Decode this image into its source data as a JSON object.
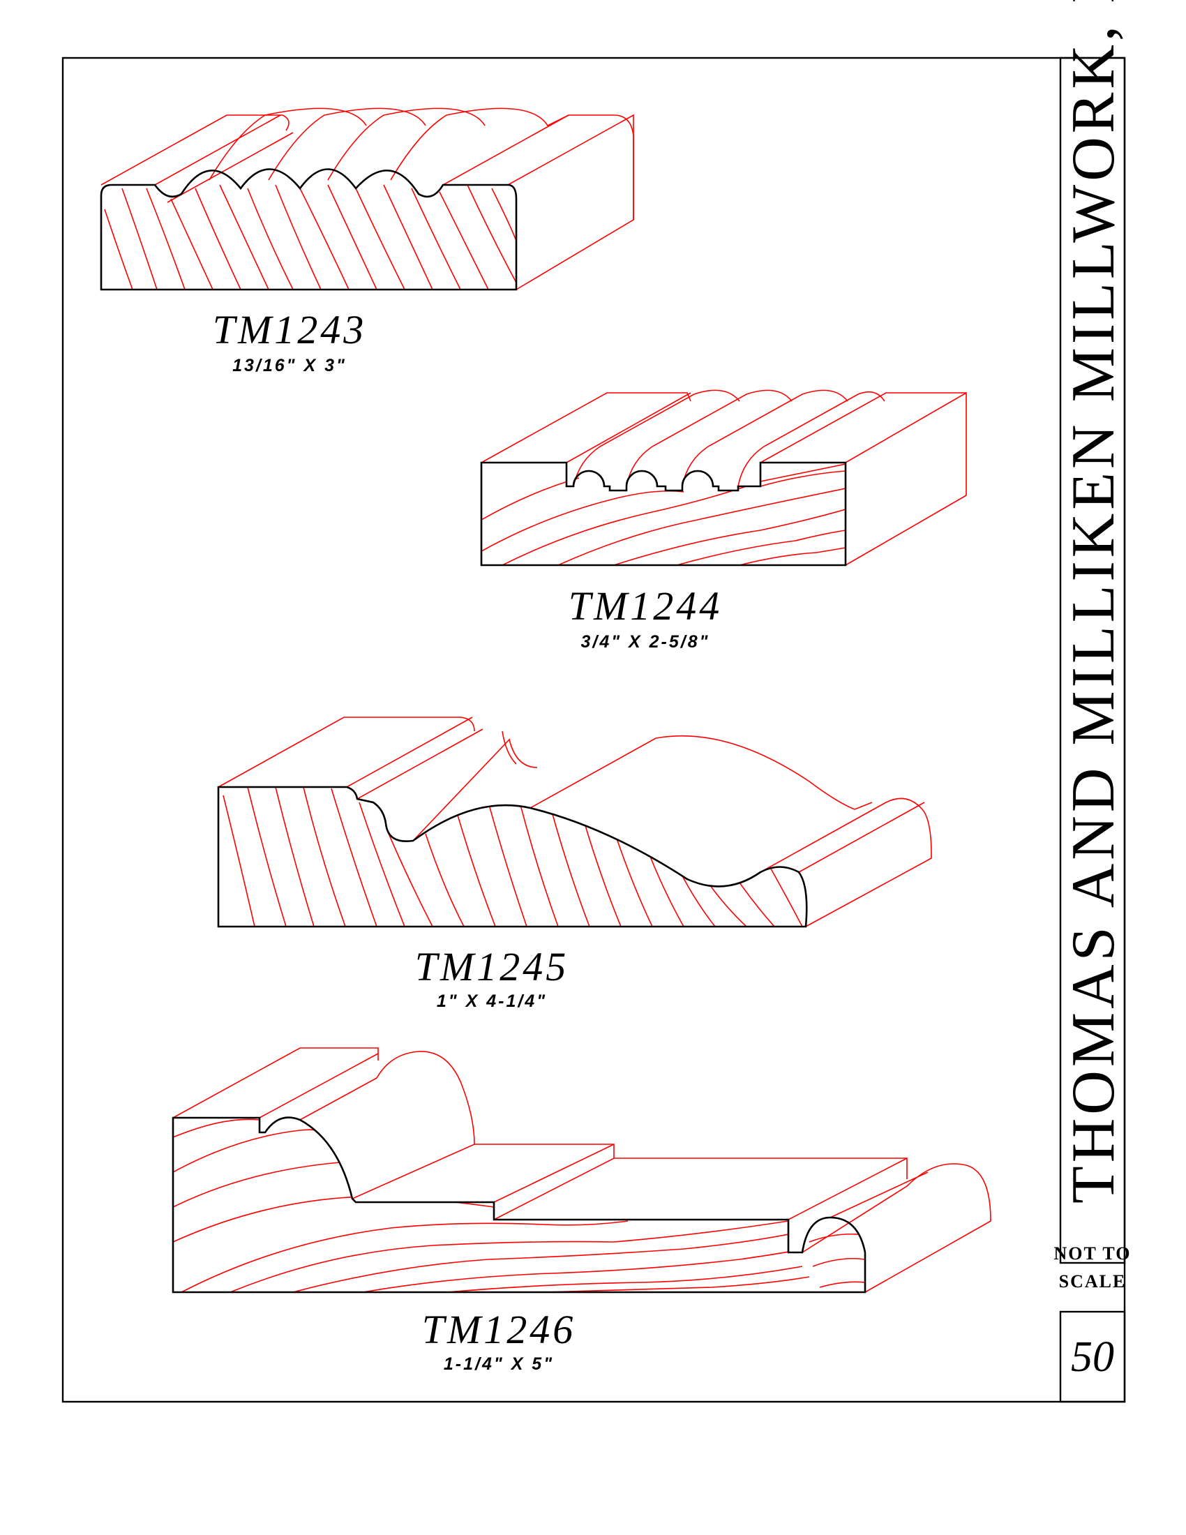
{
  "company": "THOMAS AND MILLIKEN MILLWORK, INC.",
  "scale_note": [
    "NOT TO",
    "SCALE"
  ],
  "page_number": "50",
  "profiles": [
    {
      "name": "TM1243",
      "size": "13/16\"  X 3\""
    },
    {
      "name": "TM1244",
      "size": "3/4\"  X 2-5/8\""
    },
    {
      "name": "TM1245",
      "size": "1\"  X 4-1/4\""
    },
    {
      "name": "TM1246",
      "size": "1-1/4\"  X 5\""
    }
  ],
  "colors": {
    "ink": "#000000",
    "wood_grain": "#ff0000"
  }
}
